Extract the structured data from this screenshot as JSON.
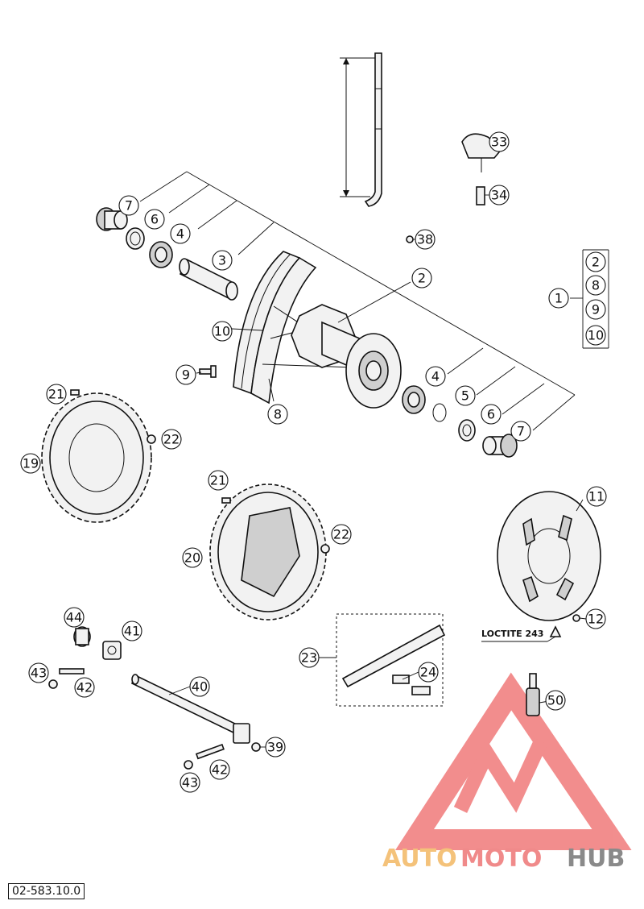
{
  "document_number": "02-583.10.0",
  "loctite_label": "LOCTITE 243",
  "watermark": {
    "text_part1": "AUTO",
    "text_part2": "MOTO",
    "text_part3": "HUB",
    "colors": {
      "part1": "#f4c27a",
      "part2": "#f08a8a",
      "part3": "#8a8a8a",
      "logo": "#f07a7a"
    }
  },
  "callouts": {
    "c1": "1",
    "c2a": "2",
    "c2b": "2",
    "c3": "3",
    "c4a": "4",
    "c4b": "4",
    "c5": "5",
    "c6a": "6",
    "c6b": "6",
    "c7a": "7",
    "c7b": "7",
    "c8a": "8",
    "c8b": "8",
    "c9a": "9",
    "c9b": "9",
    "c10a": "10",
    "c10b": "10",
    "c11": "11",
    "c12": "12",
    "c19": "19",
    "c20": "20",
    "c21a": "21",
    "c21b": "21",
    "c22a": "22",
    "c22b": "22",
    "c23": "23",
    "c24": "24",
    "c33": "33",
    "c34": "34",
    "c38": "38",
    "c39": "39",
    "c40": "40",
    "c41": "41",
    "c42a": "42",
    "c42b": "42",
    "c43a": "43",
    "c43b": "43",
    "c44": "44",
    "c50": "50"
  }
}
